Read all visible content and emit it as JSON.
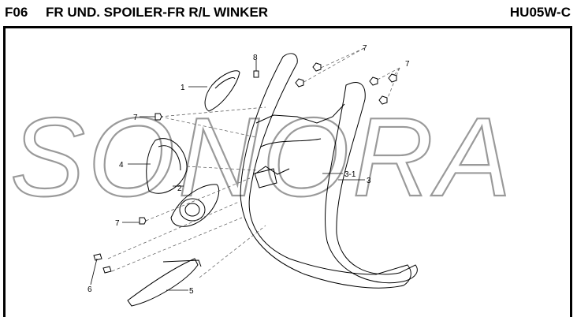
{
  "header": {
    "section_code": "F06",
    "title": "FR UND. SPOILER-FR R/L WINKER",
    "model": "HU05W-C"
  },
  "watermark": "SONORA",
  "callouts": [
    {
      "id": "c1",
      "label": "1"
    },
    {
      "id": "c2",
      "label": "2"
    },
    {
      "id": "c3",
      "label": "3"
    },
    {
      "id": "c3-1",
      "label": "3-1"
    },
    {
      "id": "c4",
      "label": "4"
    },
    {
      "id": "c5",
      "label": "5"
    },
    {
      "id": "c6",
      "label": "6"
    },
    {
      "id": "c7a",
      "label": "7"
    },
    {
      "id": "c7b",
      "label": "7"
    },
    {
      "id": "c7c",
      "label": "7"
    },
    {
      "id": "c7d",
      "label": "7"
    },
    {
      "id": "c8",
      "label": "8"
    }
  ]
}
